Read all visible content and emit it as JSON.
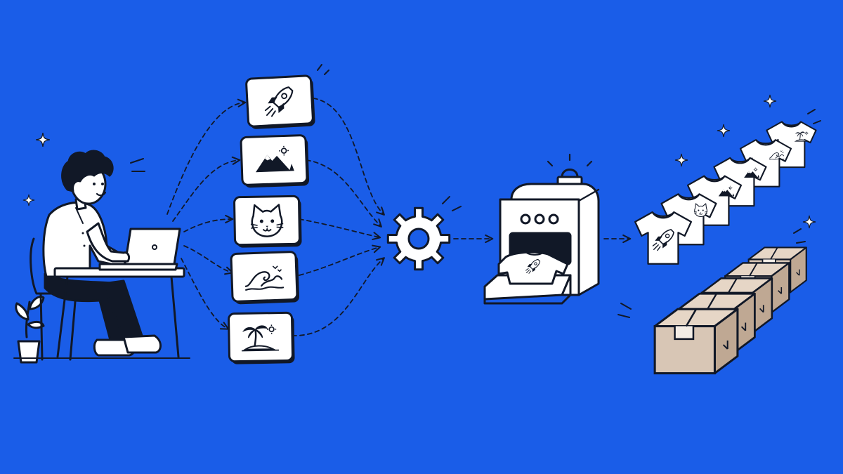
{
  "colors": {
    "background": "#1a5de8",
    "ink": "#111827",
    "paper": "#ffffff",
    "box": "#d8c6b5",
    "box_shadow": "#bfa893",
    "machine_light": "#1a5de8"
  },
  "design_cards": [
    {
      "motif": "rocket-icon"
    },
    {
      "motif": "mountain-sun-icon"
    },
    {
      "motif": "cat-face-icon"
    },
    {
      "motif": "ocean-wave-icon"
    },
    {
      "motif": "palm-island-icon"
    }
  ],
  "process": {
    "icon": "gear-icon"
  },
  "machine": {
    "icon": "heat-press-printer-icon",
    "buttons": 3,
    "shirt_motif": "rocket-icon"
  },
  "output": {
    "shirt_count": 6,
    "box_count": 5,
    "shirt_icon": "tshirt-icon",
    "box_icon": "shipping-box-icon"
  }
}
